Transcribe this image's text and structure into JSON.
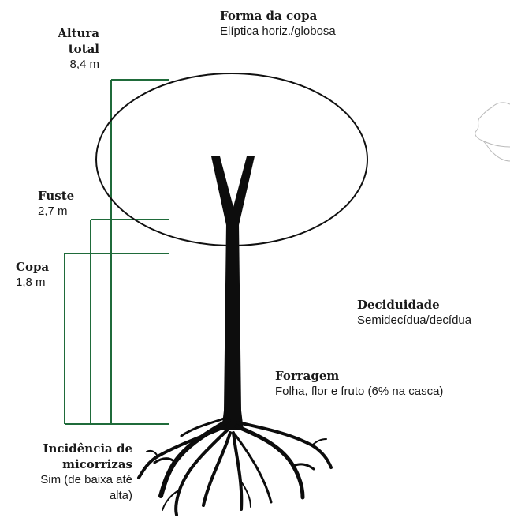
{
  "colors": {
    "accent_green": "#1f6b3a",
    "silhouette": "#0d0d0d",
    "outline": "#111111",
    "map_outline": "#bbbbbb"
  },
  "labels": {
    "forma_copa": {
      "title": "Forma da copa",
      "value": "Elíptica horiz./globosa"
    },
    "altura_total": {
      "title_line1": "Altura",
      "title_line2": "total",
      "value": "8,4 m"
    },
    "fuste": {
      "title": "Fuste",
      "value": "2,7 m"
    },
    "copa": {
      "title": "Copa",
      "value": "1,8 m"
    },
    "deciduidade": {
      "title": "Deciduidade",
      "value": "Semidecídua/decídua"
    },
    "forragem": {
      "title": "Forragem",
      "value": "Folha, flor e fruto (6% na casca)"
    },
    "micorrizas": {
      "title_line1": "Incidência de",
      "title_line2": "micorrizas",
      "value_line1": "Sim (de baixa até",
      "value_line2": "alta)"
    }
  },
  "icons": {
    "tree": "tree-silhouette-icon",
    "crown": "crown-ellipse-icon",
    "map": "map-outline-icon"
  }
}
